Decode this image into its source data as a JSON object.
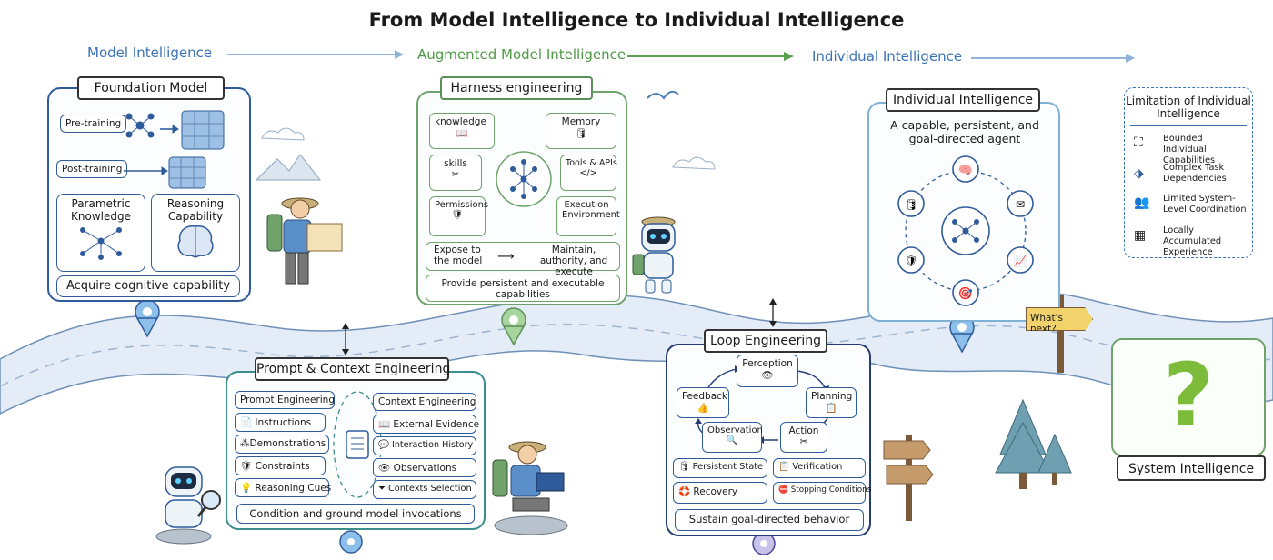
{
  "title": "From Model Intelligence to Individual Intelligence",
  "stages": {
    "s1": "Model Intelligence",
    "s2": "Augmented Model Intelligence",
    "s3": "Individual Intelligence"
  },
  "foundation": {
    "title": "Foundation Model",
    "pretraining": "Pre-training",
    "posttraining": "Post-training",
    "parametric": "Parametric Knowledge",
    "reasoning": "Reasoning Capability",
    "footer": "Acquire cognitive capability"
  },
  "harness": {
    "title": "Harness engineering",
    "knowledge": "knowledge",
    "memory": "Memory",
    "skills": "skills",
    "tools": "Tools & APIs",
    "permissions": "Permissions",
    "execution": "Execution Environment",
    "expose": "Expose to the model",
    "maintain": "Maintain, authority, and execute",
    "footer": "Provide persistent and executable capabilities"
  },
  "individual": {
    "title": "Individual Intelligence",
    "subtitle": "A capable, persistent, and goal-directed agent"
  },
  "limitation": {
    "title": "Limitation of Individual Intelligence",
    "items": [
      "Bounded Individual Capabilities",
      "Complex Task Dependencies",
      "Limited System-Level Coordination",
      "Locally Accumulated Experience"
    ]
  },
  "prompt": {
    "title": "Prompt & Context Engineering",
    "left_header": "Prompt Engineering",
    "right_header": "Context Engineering",
    "left": [
      "Instructions",
      "Demonstrations",
      "Constraints",
      "Reasoning Cues"
    ],
    "right": [
      "External Evidence",
      "Interaction History",
      "Observations",
      "Contexts Selection"
    ],
    "footer": "Condition and ground model invocations"
  },
  "loop": {
    "title": "Loop Engineering",
    "perception": "Perception",
    "planning": "Planning",
    "action": "Action",
    "observation": "Observation",
    "feedback": "Feedback",
    "persistent": "Persistent State",
    "verification": "Verification",
    "recovery": "Recovery",
    "stopping": "Stopping Conditions",
    "footer": "Sustain goal-directed behavior"
  },
  "sign": "What's next?",
  "system": "System Intelligence",
  "question_mark": "?",
  "colors": {
    "blue": "#2f5b9a",
    "green": "#6fa36b",
    "navy": "#243b78",
    "teal": "#3c8e8c",
    "road": "#dfe9f4",
    "qmark": "#7dbb3a"
  }
}
